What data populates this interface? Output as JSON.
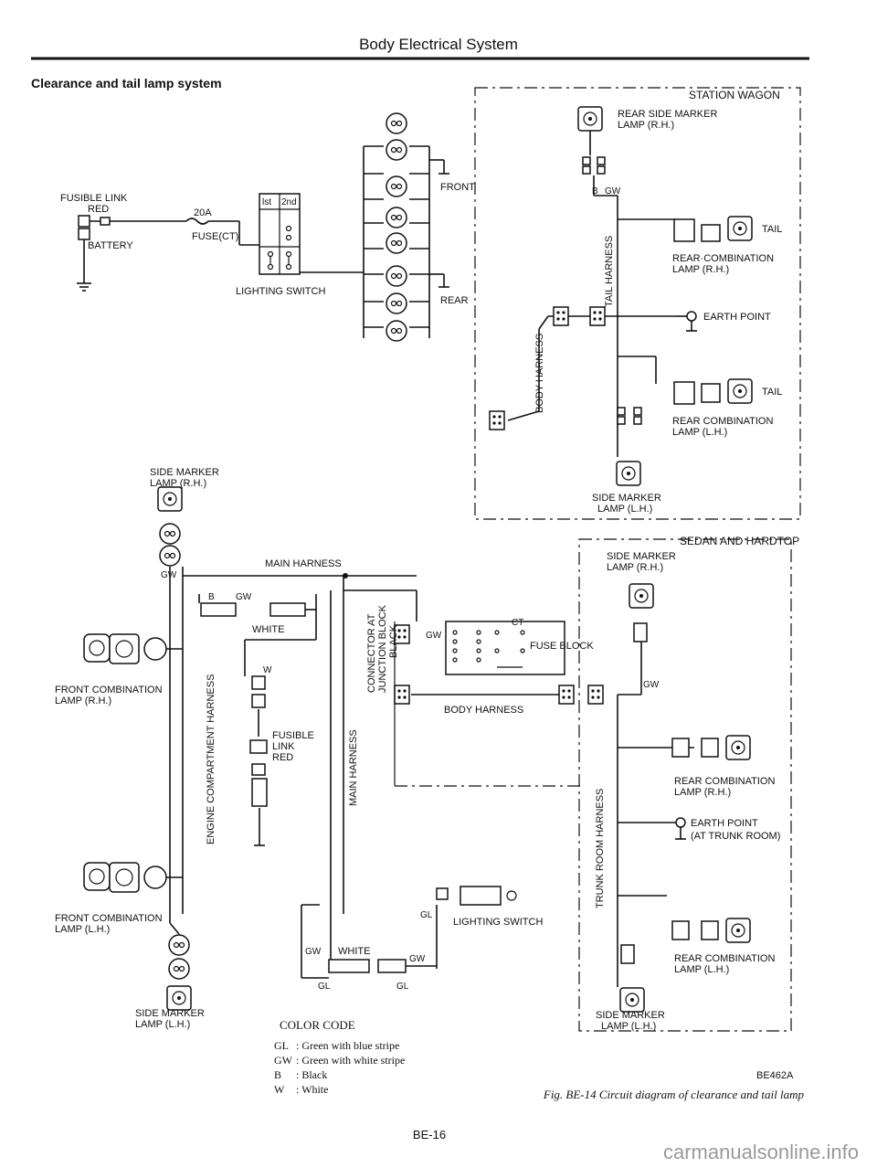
{
  "header": {
    "title": "Body Electrical System",
    "section": "Clearance and tail lamp system"
  },
  "labels": {
    "fusible_link": "FUSIBLE LINK",
    "red": "RED",
    "amp20": "20A",
    "fuse_ct": "FUSE(CT)",
    "battery": "BATTERY",
    "switch_1st": "lst",
    "switch_2nd": "2nd",
    "lighting_switch": "LIGHTING SWITCH",
    "front": "FRONT",
    "rear": "REAR",
    "side_marker_rh": "SIDE MARKER",
    "side_marker_rh_2": "LAMP (R.H.)",
    "main_harness_top": "MAIN HARNESS",
    "white_top": "WHITE",
    "front_comb_rh": "FRONT COMBINATION",
    "front_comb_rh_2": "LAMP (R.H.)",
    "eng_comp_harness": "ENGINE COMPARTMENT HARNESS",
    "fusible_link_2": "FUSIBLE",
    "link_2": "LINK",
    "red_2": "RED",
    "main_harness_vert": "MAIN HARNESS",
    "connector_block": "CONNECTOR AT",
    "junction_block": "JUNCTION BLOCK",
    "black": "BLACK",
    "fuse_block": "FUSE BLOCK",
    "ct": "CT",
    "body_harness": "BODY HARNESS",
    "front_comb_lh": "FRONT COMBINATION",
    "front_comb_lh_2": "LAMP (L.H.)",
    "side_marker_lh": "SIDE MARKER",
    "side_marker_lh_2": "LAMP (L.H.)",
    "lighting_switch_2": "LIGHTING SWITCH",
    "white_bottom": "WHITE",
    "wagon_title": "STATION WAGON",
    "wagon_side_rh": "REAR SIDE MARKER",
    "wagon_side_rh_2": "LAMP (R.H.)",
    "wagon_tail_harness": "TAIL HARNESS",
    "wagon_body_harness": "BODY HARNESS",
    "tail": "TAIL",
    "wagon_rear_comb_rh": "REAR·COMBINATION",
    "wagon_rear_comb_rh_2": "LAMP (R.H.)",
    "earth_point": "EARTH POINT",
    "wagon_rear_comb_lh": "REAR COMBINATION",
    "wagon_rear_comb_lh_2": "LAMP (L.H.)",
    "wagon_side_lh": "SIDE MARKER",
    "wagon_side_lh_2": "LAMP (L.H.)",
    "sedan_title": "SEDAN AND HARDTOP",
    "sedan_side_rh": "SIDE MARKER",
    "sedan_side_rh_2": "LAMP (R.H.)",
    "trunk_room_harness": "TRUNK ROOM HARNESS",
    "sedan_rear_comb_rh": "REAR COMBINATION",
    "sedan_rear_comb_rh_2": "LAMP (R.H.)",
    "earth_point_2": "EARTH POINT",
    "at_trunk_room": "(AT TRUNK ROOM)",
    "sedan_rear_comb_lh": "REAR COMBINATION",
    "sedan_rear_comb_lh_2": "LAMP (L.H.)",
    "sedan_side_lh": "SIDE MARKER",
    "sedan_side_lh_2": "LAMP (L.H.)",
    "wire_b": "B",
    "wire_w": "W",
    "wire_gw": "GW",
    "wire_gl": "GL"
  },
  "color_code": {
    "title": "COLOR CODE",
    "rows": [
      {
        "code": "GL",
        "desc": ": Green with blue stripe"
      },
      {
        "code": "GW",
        "desc": ": Green with white stripe"
      },
      {
        "code": "B",
        "desc": ": Black"
      },
      {
        "code": "W",
        "desc": ": White"
      }
    ]
  },
  "figure": {
    "ref": "BE462A",
    "caption": "Fig. BE-14  Circuit diagram of clearance and tail lamp"
  },
  "footer": {
    "page": "BE-16",
    "watermark": "carmanualsonline.info"
  }
}
